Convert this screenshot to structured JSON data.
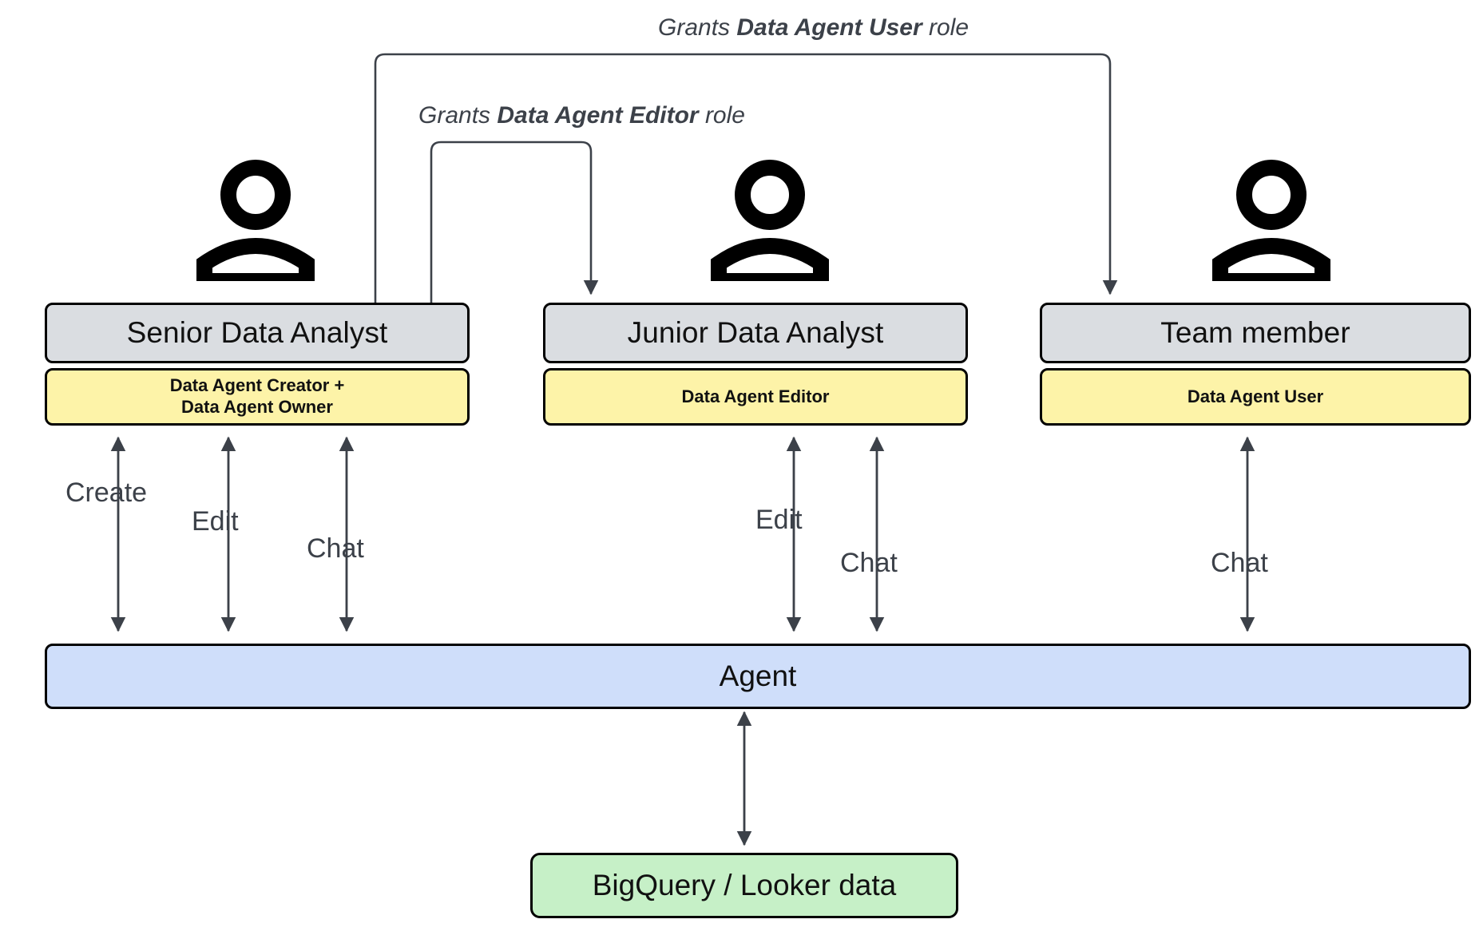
{
  "diagram": {
    "title": "Data Agent roles and permissions flow",
    "colors": {
      "title_box_fill": "#dadde1",
      "role_box_fill": "#fdf3a8",
      "agent_fill": "#cfdefa",
      "data_fill": "#c6f0c7",
      "stroke": "#000000",
      "connector": "#3c4149",
      "background": "#ffffff"
    },
    "personas": [
      {
        "id": "senior-data-analyst",
        "title": "Senior Data Analyst",
        "role_lines": [
          "Data Agent Creator +",
          "Data Agent Owner"
        ],
        "icon": "person-icon",
        "actions": [
          "Create",
          "Edit",
          "Chat"
        ]
      },
      {
        "id": "junior-data-analyst",
        "title": "Junior Data Analyst",
        "role_lines": [
          "Data Agent Editor"
        ],
        "icon": "person-icon",
        "actions": [
          "Edit",
          "Chat"
        ]
      },
      {
        "id": "team-member",
        "title": "Team member",
        "role_lines": [
          "Data Agent User"
        ],
        "icon": "person-icon",
        "actions": [
          "Chat"
        ]
      }
    ],
    "grants": [
      {
        "id": "grant-user",
        "prefix": "Grants ",
        "role": "Data Agent User",
        "suffix": " role",
        "from": "senior-data-analyst",
        "to": "team-member"
      },
      {
        "id": "grant-editor",
        "prefix": "Grants ",
        "role": "Data Agent Editor",
        "suffix": " role",
        "from": "senior-data-analyst",
        "to": "junior-data-analyst"
      }
    ],
    "agent": {
      "id": "agent",
      "label": "Agent"
    },
    "data_source": {
      "id": "bigquery-looker-data",
      "label": "BigQuery / Looker data"
    },
    "action_labels": {
      "create": "Create",
      "edit": "Edit",
      "chat": "Chat"
    }
  }
}
